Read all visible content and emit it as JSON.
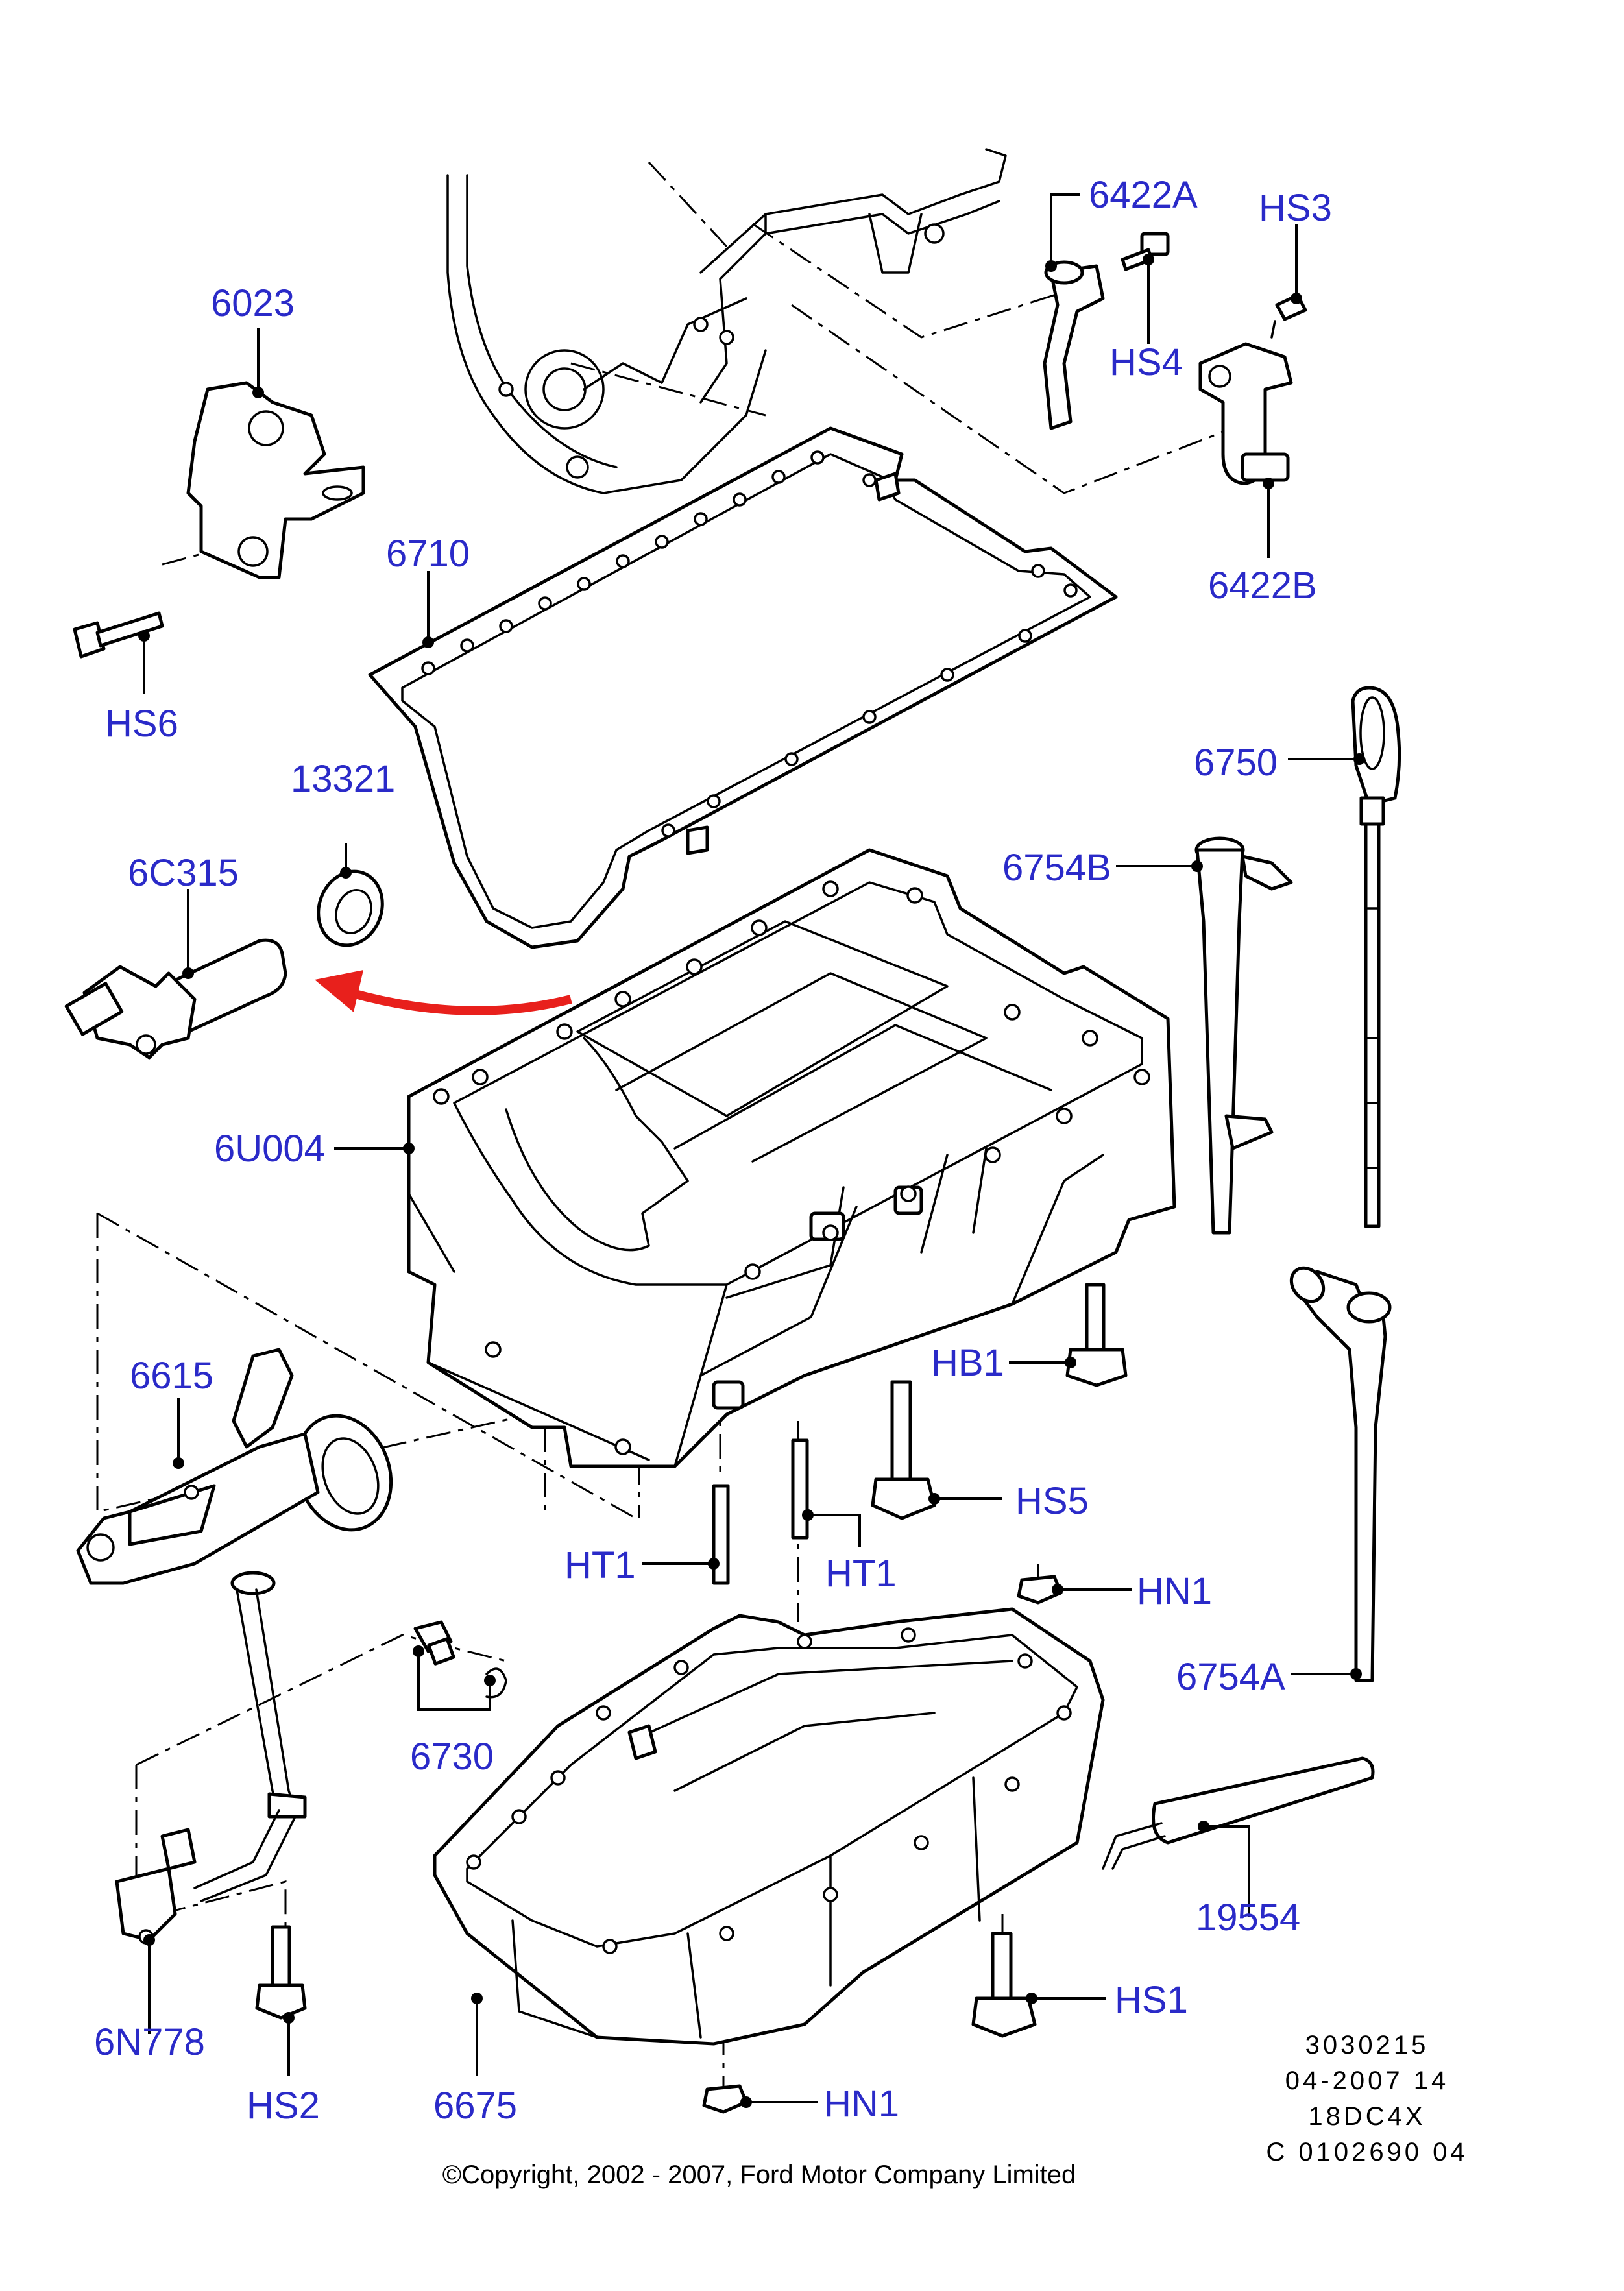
{
  "labels": {
    "p6023": "6023",
    "p6422A": "6422A",
    "hs3": "HS3",
    "hs4": "HS4",
    "p6422B": "6422B",
    "p6710": "6710",
    "hs6": "HS6",
    "p13321": "13321",
    "p6C315": "6C315",
    "p6750": "6750",
    "p6754B": "6754B",
    "p6U004": "6U004",
    "hb1": "HB1",
    "p6615": "6615",
    "hs5": "HS5",
    "ht1_left": "HT1",
    "ht1_right": "HT1",
    "hn1_top": "HN1",
    "p6754A": "6754A",
    "p6730": "6730",
    "p19554": "19554",
    "hs1": "HS1",
    "p6N778": "6N778",
    "hs2": "HS2",
    "p6675": "6675",
    "hn1_bottom": "HN1"
  },
  "info_block": [
    "3030215",
    "04-2007 14",
    "18DC4X",
    "C 0102690 04"
  ],
  "copyright": "©Copyright, 2002 - 2007, Ford Motor Company Limited",
  "colors": {
    "label": "#2a2ac8",
    "arrow": "#e8201c",
    "line": "#000000"
  }
}
